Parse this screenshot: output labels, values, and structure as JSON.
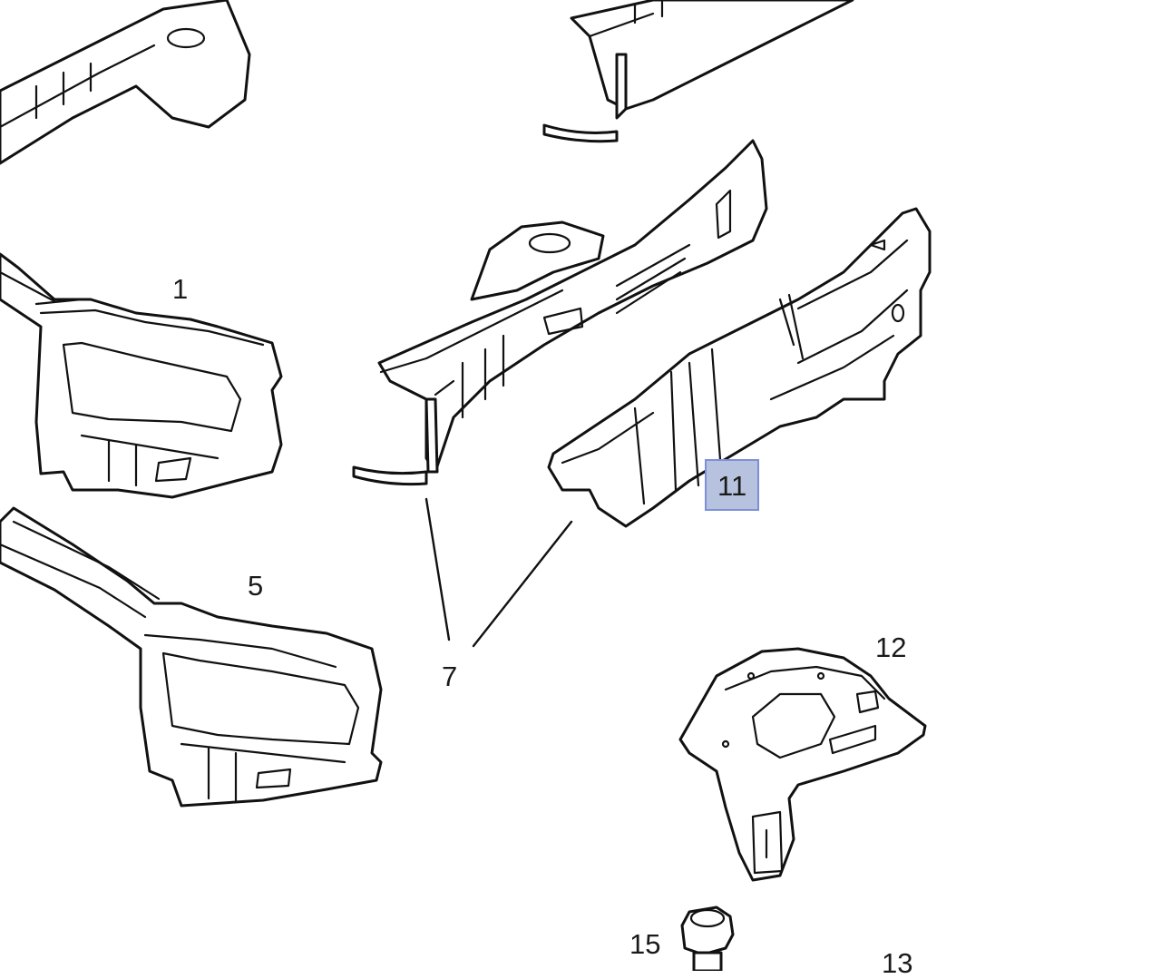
{
  "callouts": [
    {
      "id": "1",
      "label": "1"
    },
    {
      "id": "5",
      "label": "5"
    },
    {
      "id": "7",
      "label": "7"
    },
    {
      "id": "11",
      "label": "11",
      "selected": true
    },
    {
      "id": "12",
      "label": "12"
    },
    {
      "id": "13",
      "label": "13"
    },
    {
      "id": "15",
      "label": "15"
    }
  ],
  "colors": {
    "line": "#111111",
    "highlight_fill": "#b6c2de",
    "highlight_border": "#7d8fd8"
  }
}
